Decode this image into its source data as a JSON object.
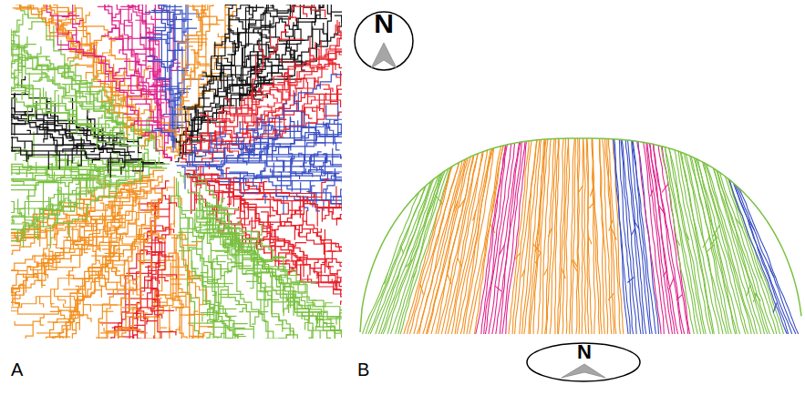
{
  "diagram": {
    "labels": [
      "N",
      "A",
      "B",
      "N"
    ]
  }
}
